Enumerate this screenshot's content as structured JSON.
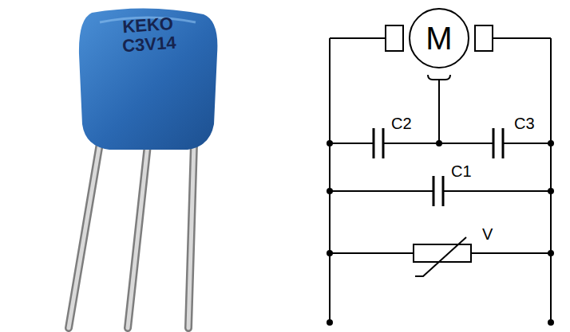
{
  "diagram": {
    "nodes": [
      {
        "text": [
          "KEKO C3V14"
        ]
      },
      {
        "text": [
          "M"
        ]
      }
    ],
    "labels": [
      "C2",
      "C3",
      "C1",
      "V"
    ]
  }
}
